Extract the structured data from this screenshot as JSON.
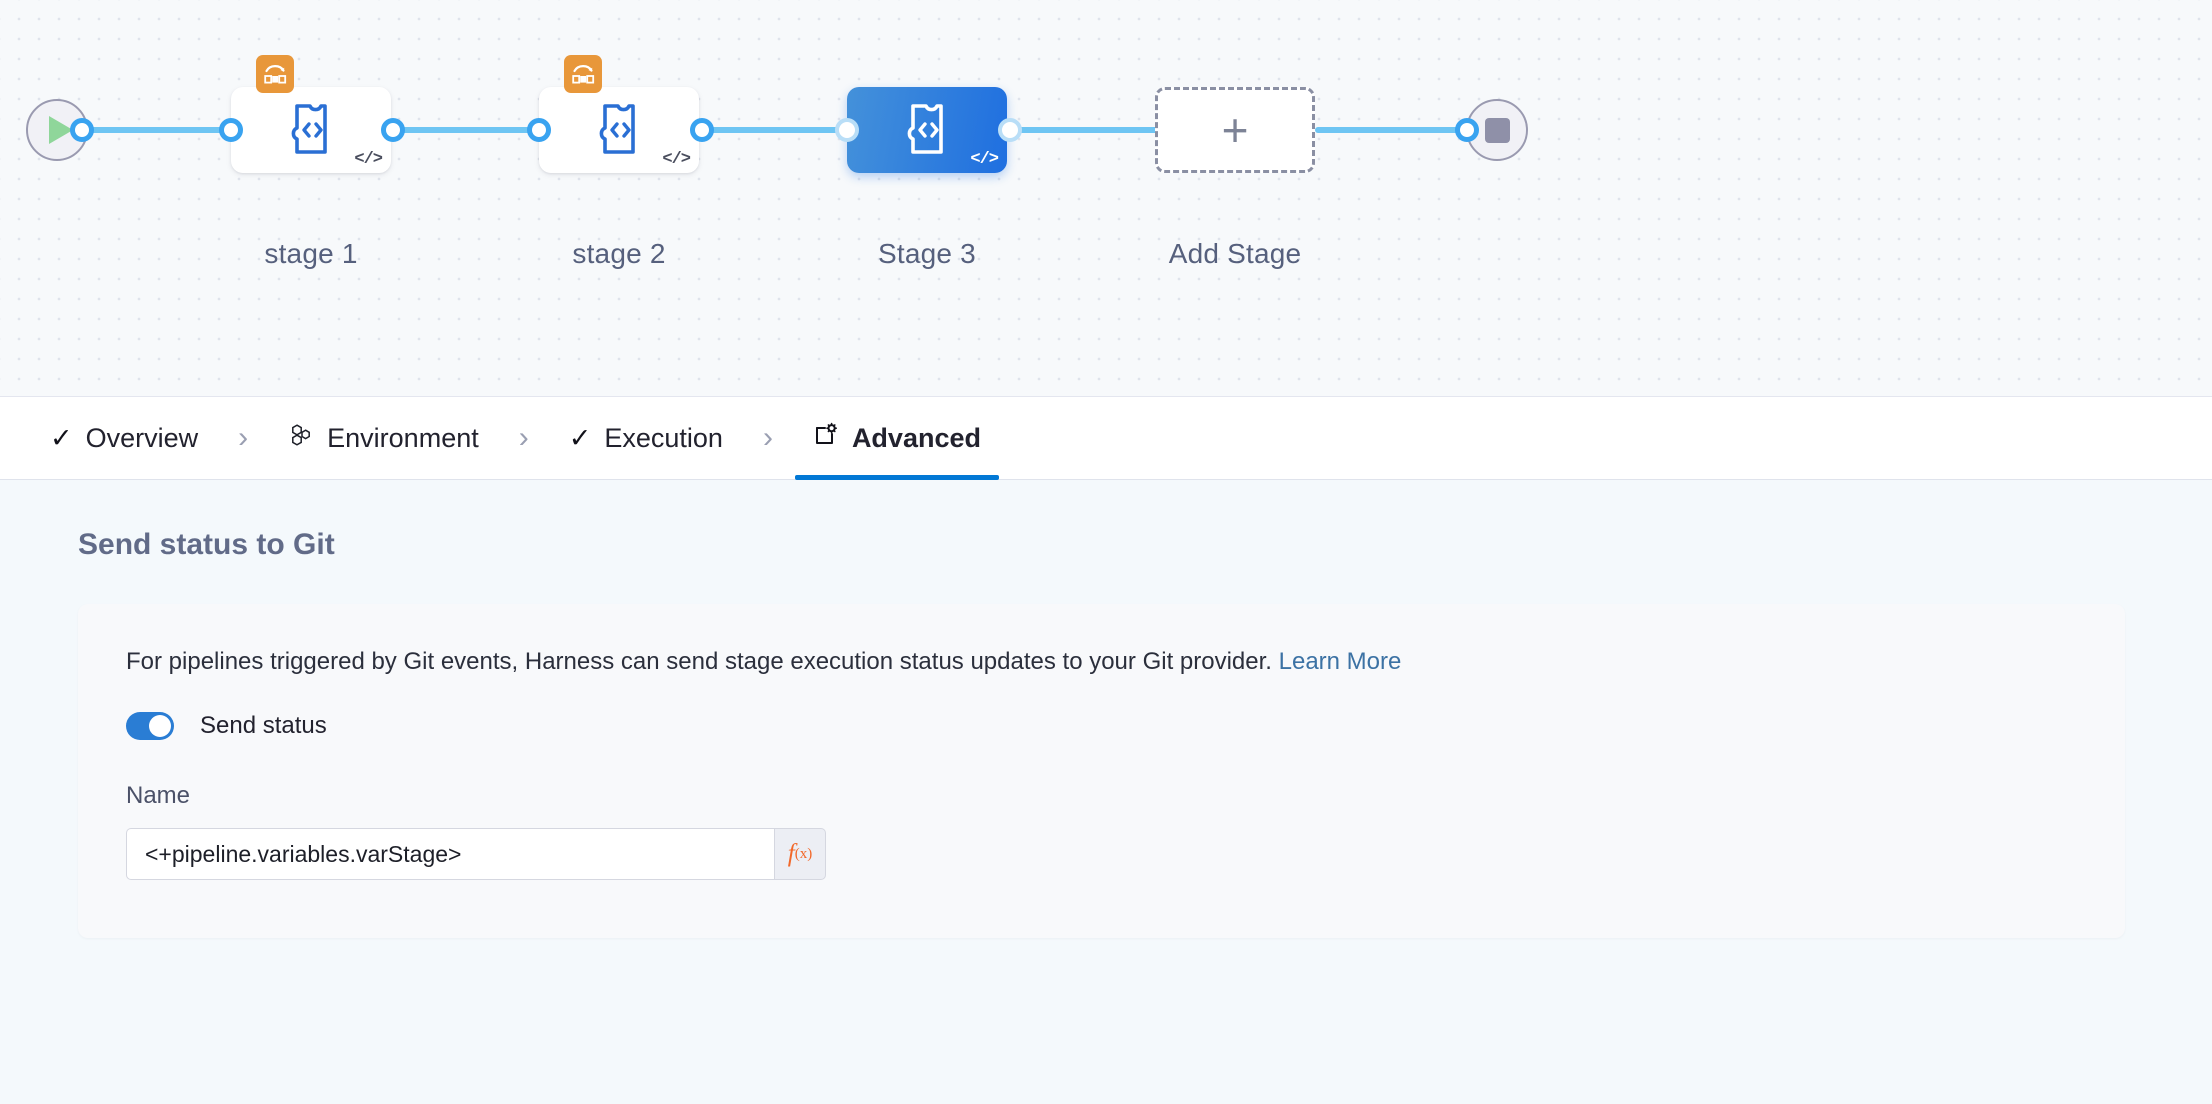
{
  "pipeline": {
    "start_node": {
      "icon": "play-icon",
      "name": "start-node"
    },
    "end_node": {
      "icon": "stop-icon",
      "name": "end-node"
    },
    "stages": [
      {
        "label": "stage 1",
        "type": "custom",
        "selected": false,
        "has_matrix": true,
        "icon": "custom-stage-icon",
        "marker": "</>"
      },
      {
        "label": "stage 2",
        "type": "custom",
        "selected": false,
        "has_matrix": true,
        "icon": "custom-stage-icon",
        "marker": "</>"
      },
      {
        "label": "Stage 3",
        "type": "custom",
        "selected": true,
        "has_matrix": false,
        "icon": "custom-stage-icon",
        "marker": "</>"
      }
    ],
    "add_stage": {
      "label": "Add Stage",
      "glyph": "+"
    },
    "colors": {
      "connector": "#6ec5f3",
      "port": "#39a3f0",
      "selected_stage": "#2f7fdd",
      "matrix_badge": "#e8973a"
    }
  },
  "tabs": [
    {
      "label": "Overview",
      "icon": "check-icon",
      "active": false
    },
    {
      "label": "Environment",
      "icon": "hexagons-icon",
      "active": false
    },
    {
      "label": "Execution",
      "icon": "check-icon",
      "active": false
    },
    {
      "label": "Advanced",
      "icon": "box-gear-icon",
      "active": true
    }
  ],
  "tab_separator": "›",
  "main": {
    "section_title": "Send status to Git",
    "description_before_link": "For pipelines triggered by Git events, Harness can send stage execution status updates to your Git provider.",
    "link_text": "Learn More",
    "toggle": {
      "label": "Send status",
      "on": true
    },
    "name_field": {
      "label": "Name",
      "value": "<+pipeline.variables.varStage>",
      "placeholder": "Name",
      "expression_button": "f",
      "expression_button_sub": "(x)"
    }
  }
}
